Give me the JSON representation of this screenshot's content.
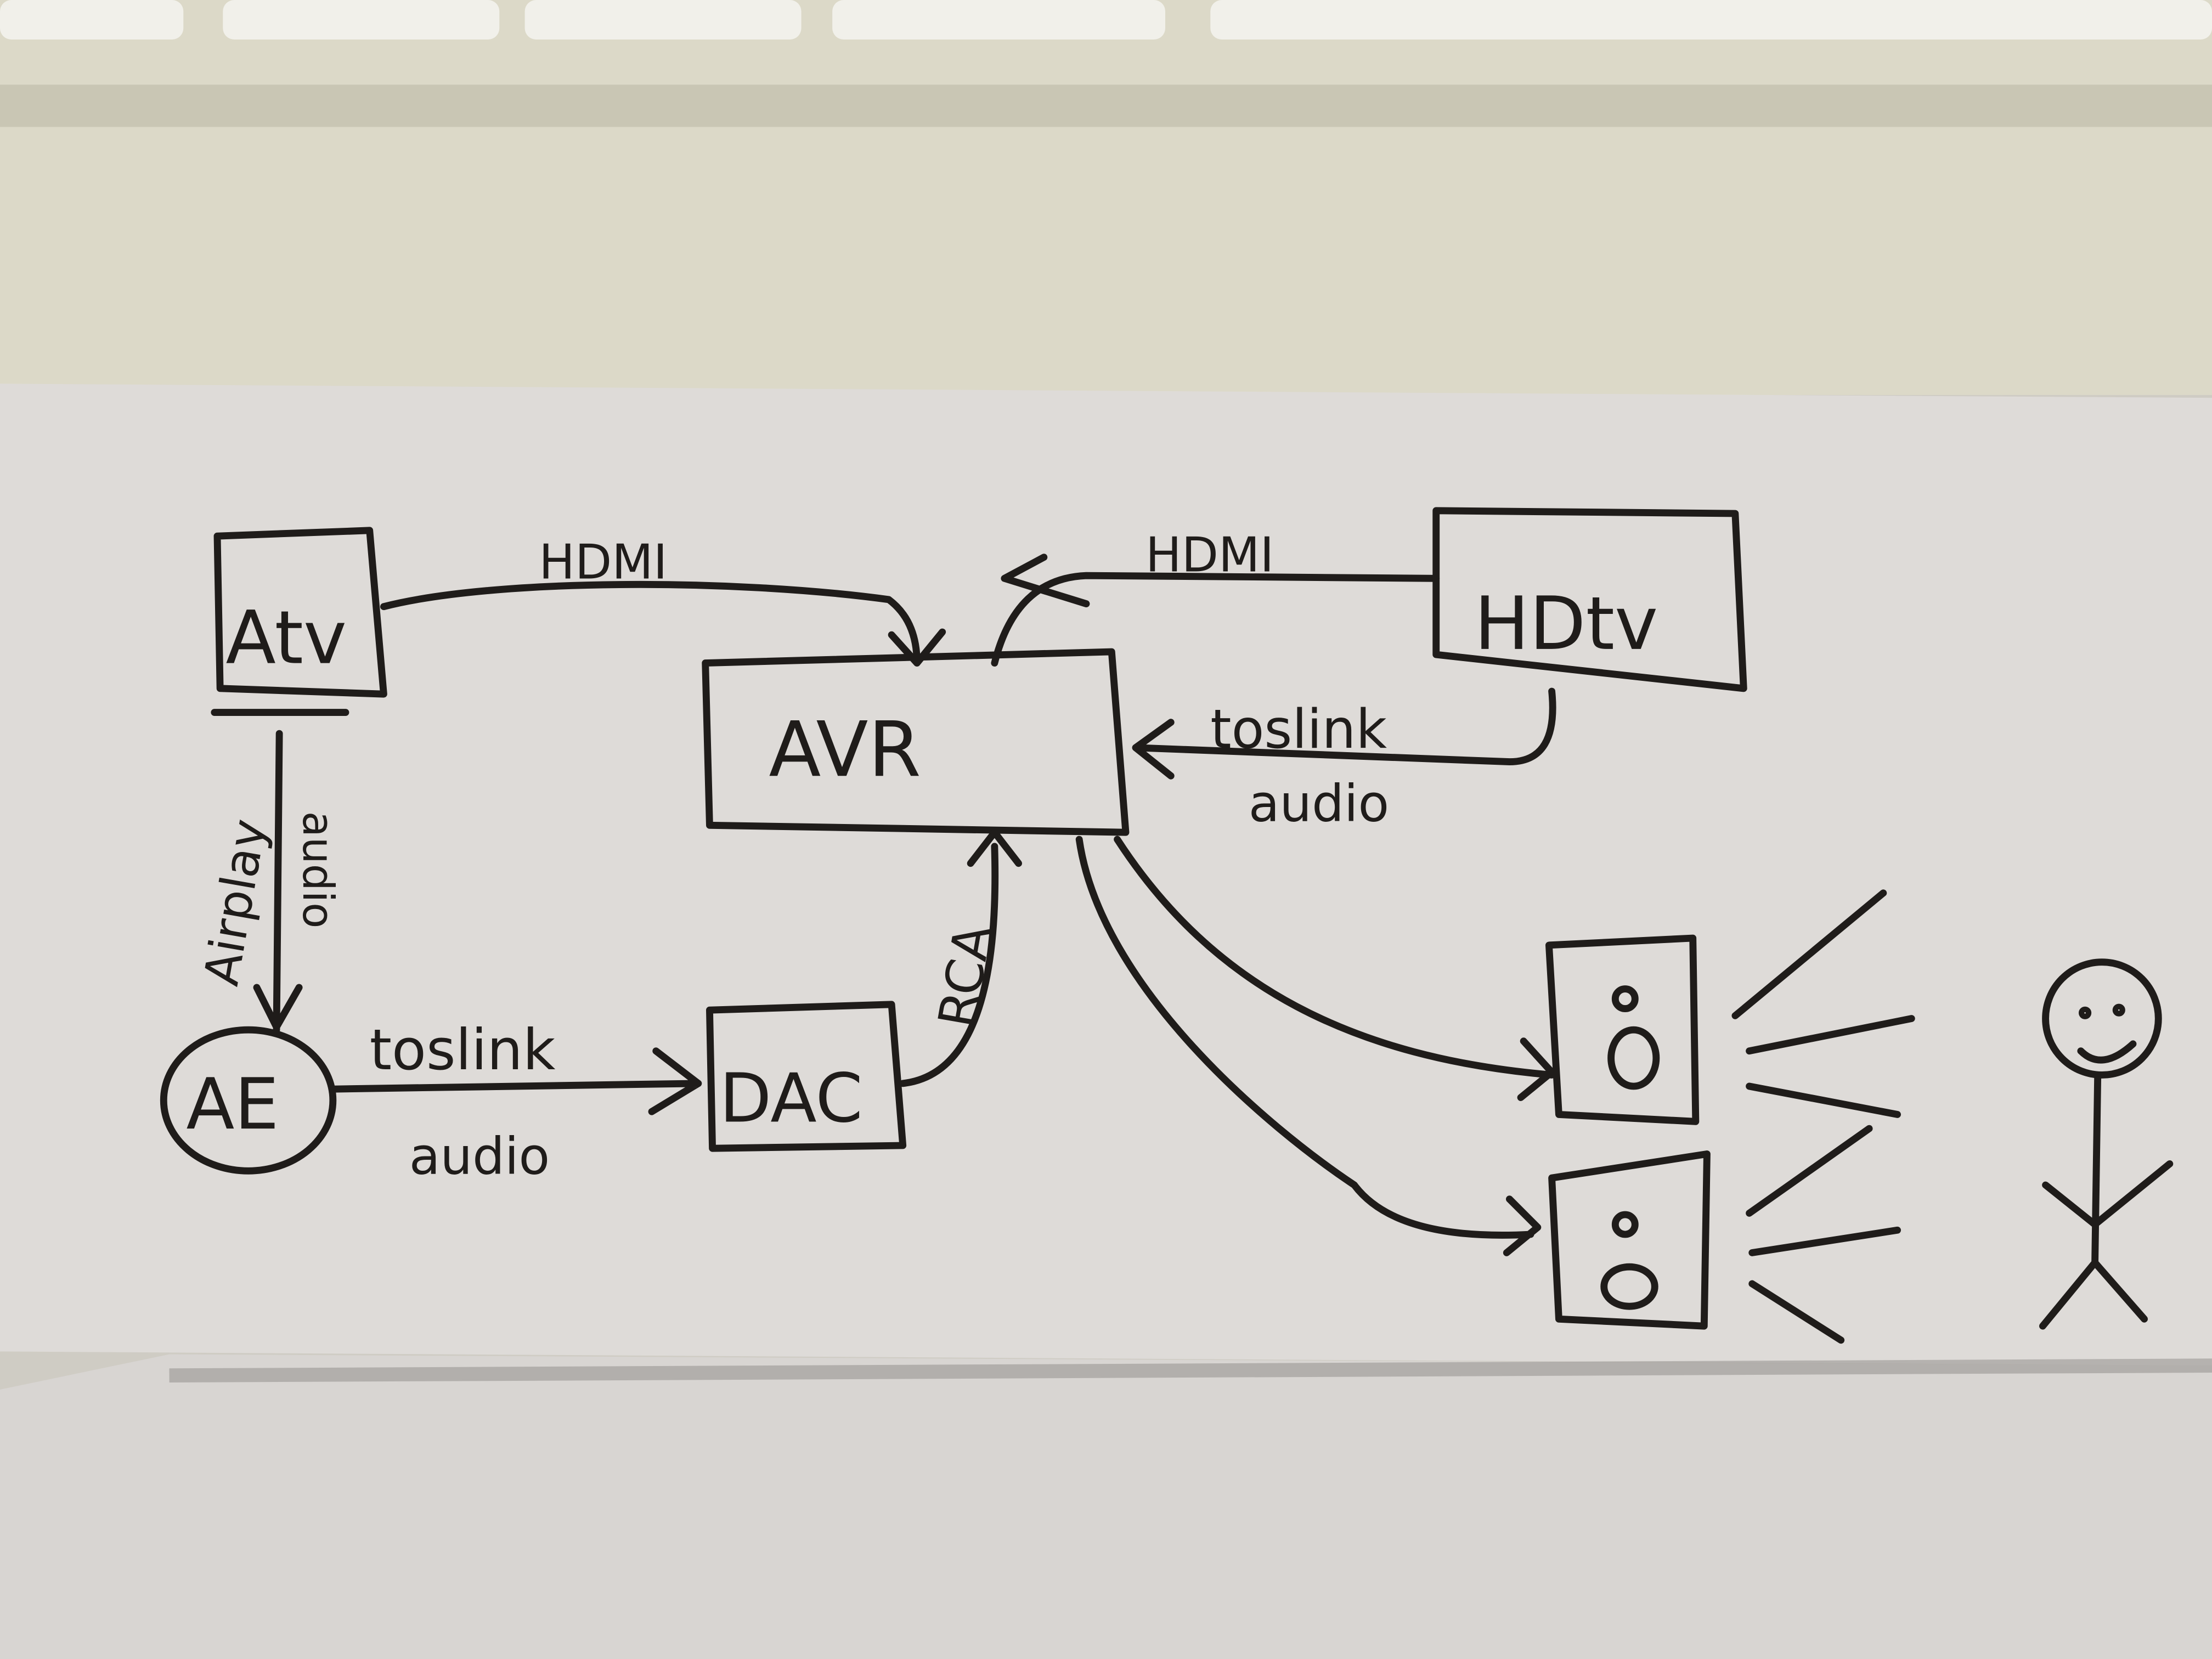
{
  "diagram": {
    "nodes": {
      "atv": "Atv",
      "hdtv": "HDtv",
      "avr": "AVR",
      "ae": "AE",
      "dac": "DAC"
    },
    "edges": {
      "atv_avr": "HDMI",
      "hdtv_avr": "HDMI",
      "hdtv_avr_audio_1": "toslink",
      "hdtv_avr_audio_2": "audio",
      "atv_ae_1": "Airplay",
      "atv_ae_2": "audio",
      "ae_dac_1": "toslink",
      "ae_dac_2": "audio",
      "dac_avr": "RCA"
    },
    "colors": {
      "ink": "#1f1c1a",
      "paper": "#dedbd8",
      "keyboard": "#e6e3d6"
    }
  }
}
